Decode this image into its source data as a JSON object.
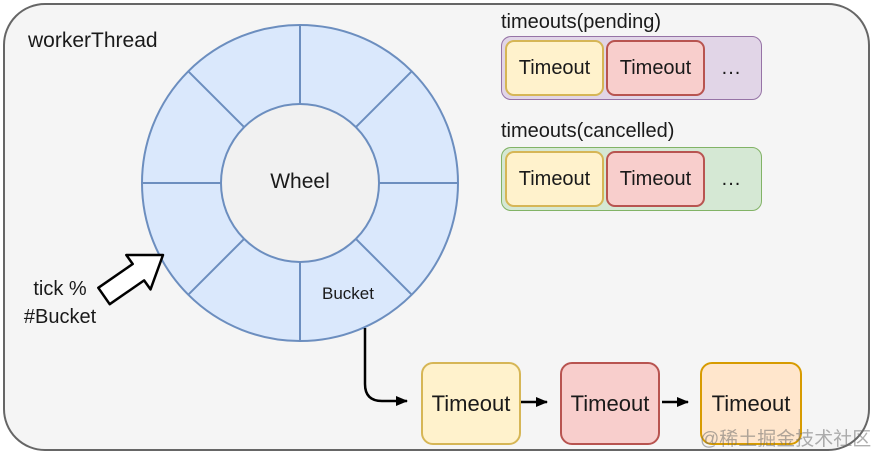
{
  "frame": {
    "title": "workerThread"
  },
  "wheel": {
    "label": "Wheel",
    "bucket_label": "Bucket",
    "segment_count": 8
  },
  "tick_annotation": {
    "line1": "tick %",
    "line2": "#Bucket"
  },
  "timeouts_pending": {
    "label": "timeouts(pending)",
    "items": [
      "Timeout",
      "Timeout",
      "..."
    ]
  },
  "timeouts_cancelled": {
    "label": "timeouts(cancelled)",
    "items": [
      "Timeout",
      "Timeout",
      "..."
    ]
  },
  "bucket_chain": {
    "items": [
      "Timeout",
      "Timeout",
      "Timeout"
    ]
  },
  "watermark": "@稀土掘金技术社区",
  "colors": {
    "frame_bg": "#f5f5f5",
    "frame_border": "#666666",
    "wheel_fill": "#dae8fc",
    "wheel_stroke": "#6c8ebf",
    "hub_fill": "#f1f1f1",
    "yellow_fill": "#fff2cc",
    "yellow_border": "#d6b656",
    "red_fill": "#f8cecc",
    "red_border": "#b85450",
    "orange_fill": "#ffe6cc",
    "orange_border": "#d79b00",
    "purple_fill": "#e1d5e7",
    "purple_border": "#9673a6",
    "green_fill": "#d5e8d4",
    "green_border": "#82b366",
    "arrow": "#000000"
  }
}
